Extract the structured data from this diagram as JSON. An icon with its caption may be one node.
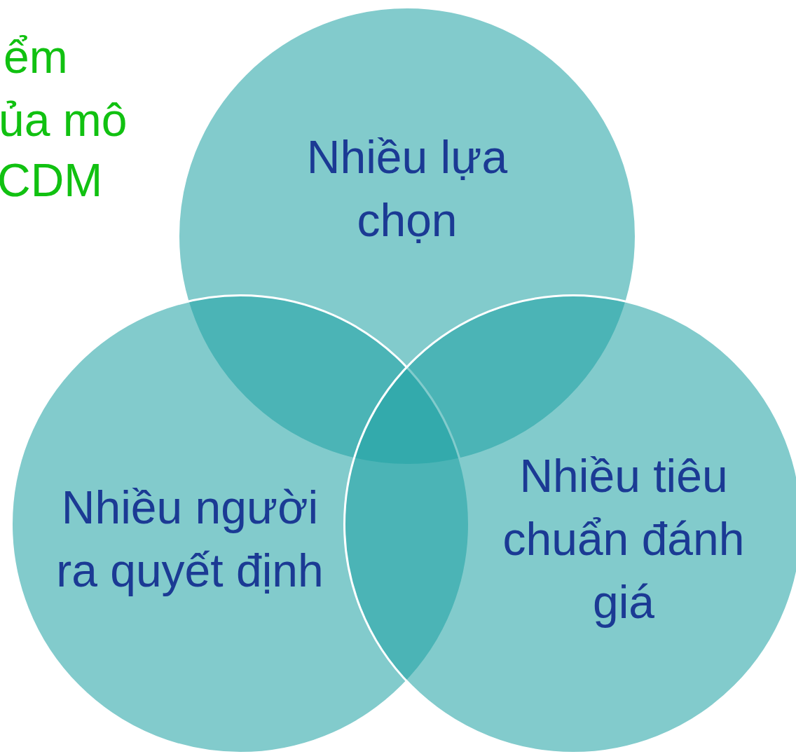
{
  "diagram": {
    "nodes": [
      {
        "text": [
          "Nhiều lựa chọn"
        ]
      },
      {
        "text": [
          "Nhiều người ra quyết định"
        ]
      },
      {
        "text": [
          "Nhiều tiêu chuẩn đánh giá"
        ]
      }
    ],
    "labels": [
      "ểm",
      "ủa mô",
      "CDM"
    ]
  }
}
